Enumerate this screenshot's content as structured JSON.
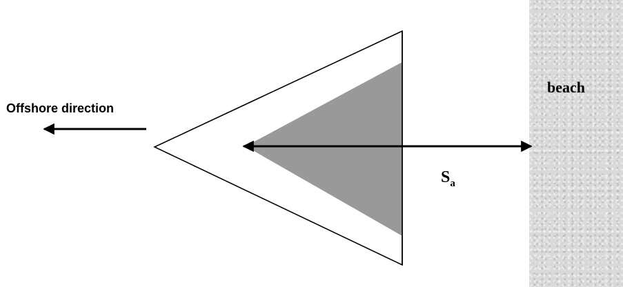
{
  "labels": {
    "beach": "beach",
    "offshore_direction": "Offshore direction",
    "distance_symbol": "S",
    "distance_subscript": "a"
  },
  "colors": {
    "background": "#ffffff",
    "beach_fill": "#d9d9d9",
    "inner_triangle_fill": "#999999",
    "stroke": "#000000"
  }
}
